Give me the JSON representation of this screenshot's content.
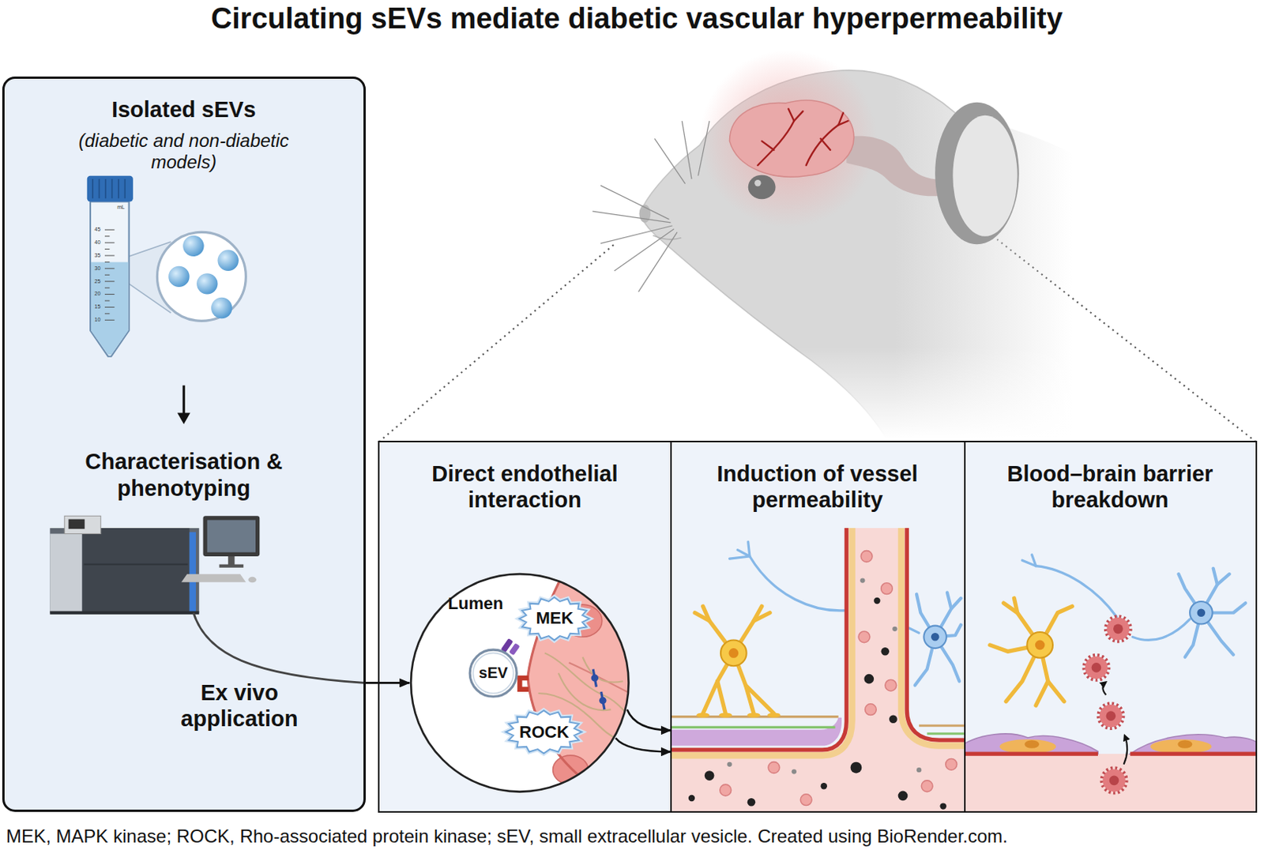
{
  "diagram": {
    "title": "Circulating sEVs mediate diabetic vascular hyperpermeability",
    "caption": "MEK, MAPK kinase; ROCK, Rho-associated protein kinase; sEV, small extracellular vesicle. Created using BioRender.com.",
    "nodes": [
      {
        "text": [
          "Isolated sEVs",
          "(diabetic and non-diabetic models)",
          "Characterisation & phenotyping",
          "Ex vivo application"
        ]
      },
      {
        "text": [
          "Direct endothelial interaction"
        ]
      },
      {
        "text": [
          "Lumen"
        ],
        "in": 1
      },
      {
        "text": [
          "MEK"
        ],
        "in": 2
      },
      {
        "text": [
          "sEV"
        ],
        "in": 2
      },
      {
        "text": [
          "ROCK"
        ],
        "in": 2
      },
      {
        "text": [
          "Induction of vessel permeability"
        ]
      },
      {
        "text": [
          "Blood–brain barrier breakdown"
        ]
      }
    ],
    "edges": [
      {
        "from": 0,
        "to": 2,
        "arrow": "to"
      },
      {
        "from": 2,
        "to": 6,
        "arrow": "to"
      },
      {
        "from": 2,
        "to": 6,
        "arrow": "to"
      }
    ],
    "labels": [
      "mL",
      "45",
      "40",
      "35",
      "30",
      "25",
      "20",
      "15",
      "10"
    ]
  }
}
